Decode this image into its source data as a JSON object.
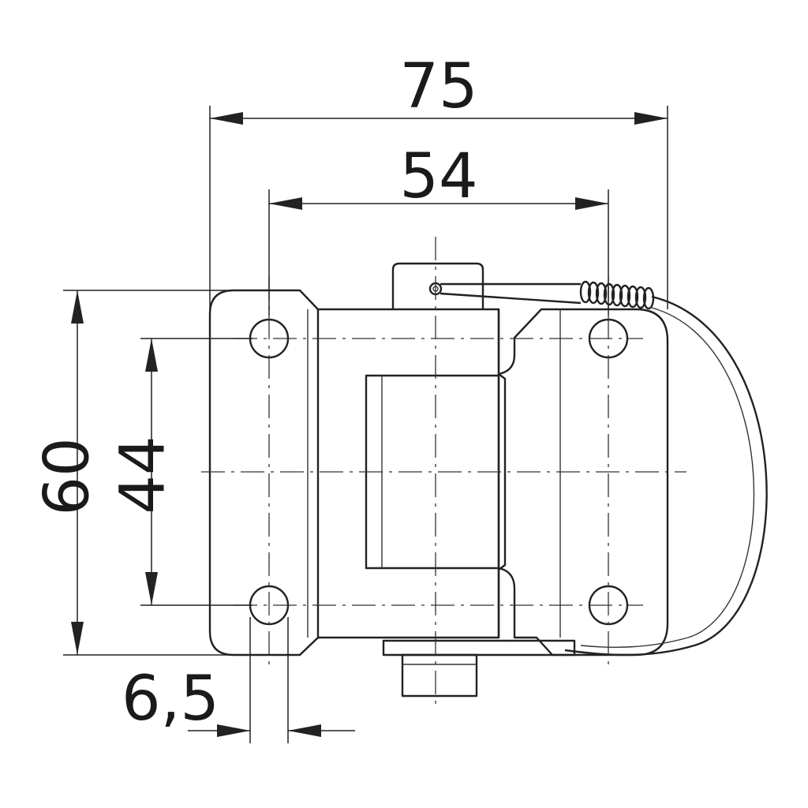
{
  "dimensions": {
    "overall_width": "75",
    "hole_spacing_x": "54",
    "overall_height": "60",
    "hole_spacing_y": "44",
    "hole_diameter": "6,5"
  }
}
